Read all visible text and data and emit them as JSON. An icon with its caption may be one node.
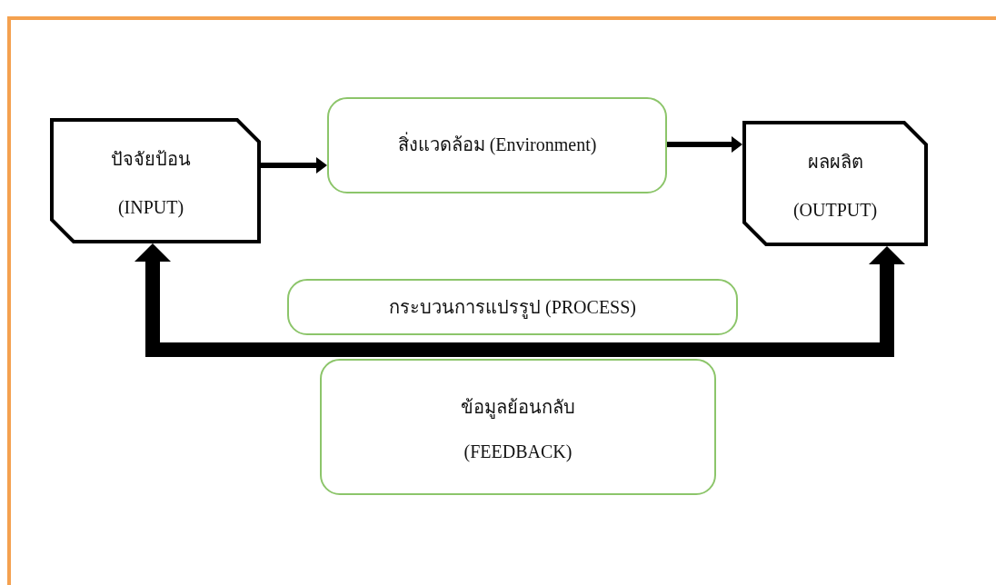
{
  "diagram": {
    "nodes": [
      {
        "text": [
          "ปัจจัยป้อน",
          "(INPUT)"
        ]
      },
      {
        "text": [
          "สิ่งแวดล้อม (Environment)"
        ]
      },
      {
        "text": [
          "ผลผลิต",
          "(OUTPUT)"
        ]
      },
      {
        "text": [
          "กระบวนการแปรรูป (PROCESS)"
        ]
      },
      {
        "text": [
          "ข้อมูลย้อนกลับ",
          "(FEEDBACK)"
        ]
      }
    ],
    "edges": [
      {
        "from": 0,
        "to": 1,
        "arrow": "to"
      },
      {
        "from": 1,
        "to": 2,
        "arrow": "to"
      },
      {
        "from": 0,
        "to": 2,
        "arrow": "both",
        "style": "thick"
      }
    ]
  }
}
